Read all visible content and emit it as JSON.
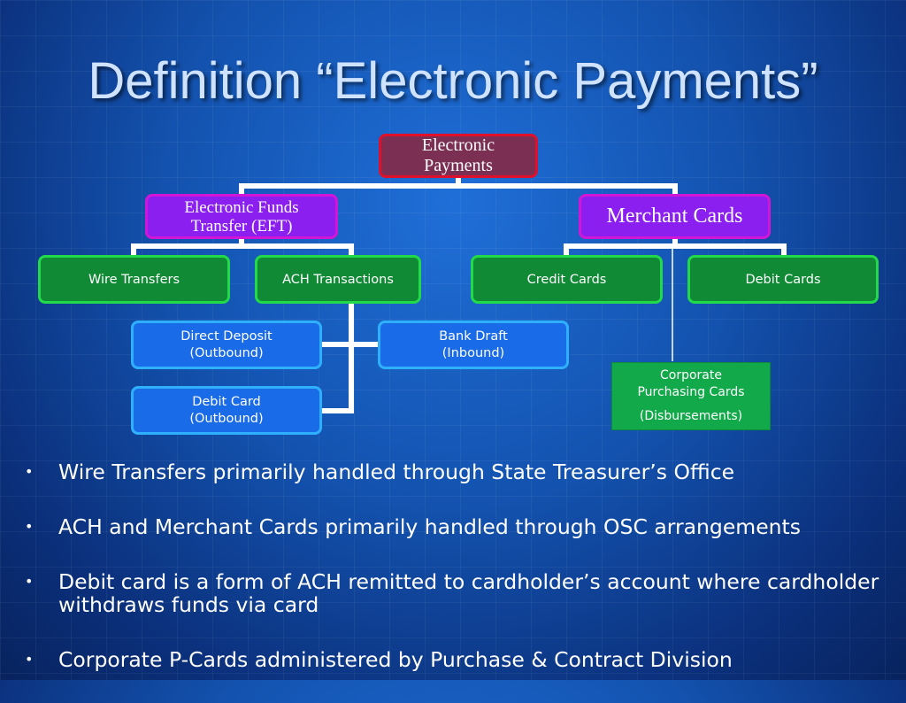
{
  "slide": {
    "title": "Definition “Electronic Payments”"
  },
  "diagram": {
    "root": {
      "line1": "Electronic",
      "line2": "Payments"
    },
    "eft": {
      "line1": "Electronic Funds",
      "line2": "Transfer (EFT)"
    },
    "merchant": {
      "label": "Merchant Cards"
    },
    "wire": {
      "label": "Wire Transfers"
    },
    "ach": {
      "label": "ACH Transactions"
    },
    "credit": {
      "label": "Credit Cards"
    },
    "debit_cards": {
      "label": "Debit Cards"
    },
    "direct_deposit": {
      "line1": "Direct Deposit",
      "line2": "(Outbound)"
    },
    "bank_draft": {
      "line1": "Bank Draft",
      "line2": "(Inbound)"
    },
    "debit_card": {
      "line1": "Debit Card",
      "line2": "(Outbound)"
    },
    "corporate": {
      "line1": "Corporate",
      "line2": "Purchasing Cards",
      "line3": "(Disbursements)"
    }
  },
  "bullets": [
    "Wire Transfers primarily handled through State Treasurer’s Office",
    "ACH and Merchant Cards primarily handled through OSC arrangements",
    "Debit card is a form of ACH remitted to cardholder’s account where cardholder withdraws funds via card",
    "Corporate P-Cards administered by Purchase & Contract Division"
  ],
  "colors": {
    "background": "#1352ae",
    "root_fill": "#7b2f53",
    "root_border": "#e0102a",
    "level1_fill": "#8a1ff0",
    "level2_fill": "#118a35",
    "level3_fill": "#1a6be8",
    "corporate_fill": "#12a94a"
  }
}
